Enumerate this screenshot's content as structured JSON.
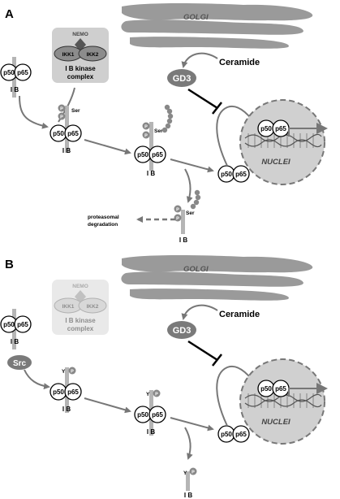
{
  "panels": [
    {
      "letter": "A",
      "golgi": "GOLGI",
      "ceramide": "Ceramide",
      "gd3": "GD3",
      "nucleus": "NUCLEI",
      "kinase": {
        "nemo": "NEMO",
        "ikk1": "IKK1",
        "ikk2": "IKK2",
        "line1": "I B kinase",
        "line2": "complex"
      },
      "p50": "p50",
      "p65": "p65",
      "ib": "I B",
      "ser": "Ser",
      "p": "P",
      "degradation_line1": "proteasomal",
      "degradation_line2": "degradation"
    },
    {
      "letter": "B",
      "golgi": "GOLGI",
      "ceramide": "Ceramide",
      "gd3": "GD3",
      "nucleus": "NUCLEI",
      "kinase": {
        "nemo": "NEMO",
        "ikk1": "IKK1",
        "ikk2": "IKK2",
        "line1": "I B kinase",
        "line2": "complex"
      },
      "src": "Src",
      "p50": "p50",
      "p65": "p65",
      "ib": "I B",
      "y": "Y",
      "p": "P"
    }
  ],
  "colors": {
    "golgi": "#9a9a9a",
    "gray_dark": "#7a7a7a",
    "bar": "#b5b5b5",
    "kinase_box": "#cfcfcf",
    "nucleus": "#d0d0d0",
    "arrow": "#777777"
  }
}
